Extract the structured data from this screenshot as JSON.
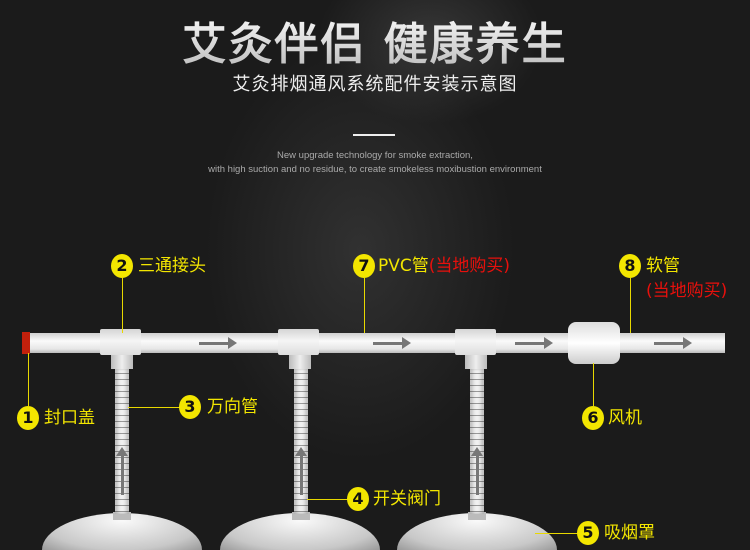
{
  "header": {
    "title": "艾灸伴侣 健康养生",
    "subtitle": "艾灸排烟通风系统配件安装示意图",
    "english_line1": "New upgrade technology for smoke extraction,",
    "english_line2": "with high suction and no residue, to create smokeless moxibustion environment"
  },
  "labels": [
    {
      "num": "1",
      "text": "封口盖"
    },
    {
      "num": "2",
      "text": "三通接头"
    },
    {
      "num": "3",
      "text": "万向管"
    },
    {
      "num": "4",
      "text": "开关阀门"
    },
    {
      "num": "5",
      "text": "吸烟罩"
    },
    {
      "num": "6",
      "text": "风机"
    },
    {
      "num": "7",
      "text": "PVC管",
      "note": "(当地购买)"
    },
    {
      "num": "8",
      "text": "软管",
      "note": "(当地购买)"
    }
  ],
  "colors": {
    "label": "#f3e600",
    "note": "#e8100c",
    "cap": "#c2200c"
  }
}
